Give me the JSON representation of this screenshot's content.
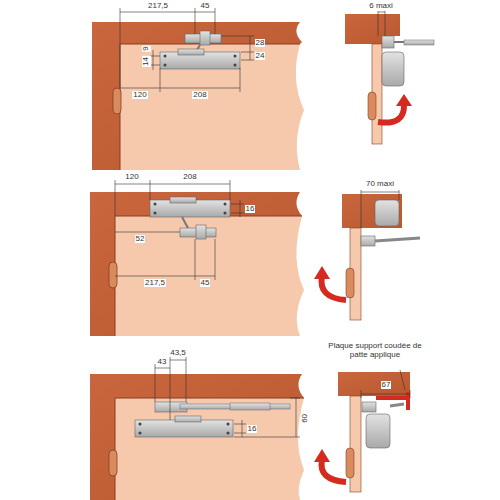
{
  "diagram": {
    "labels": [
      "217,5",
      "45",
      "28",
      "24",
      "14",
      "9",
      "120",
      "208",
      "6 maxi",
      "120",
      "208",
      "16",
      "52",
      "217,5",
      "45",
      "70 maxi",
      "43",
      "43,5",
      "60",
      "16",
      "Plaque support coudée de patte applique",
      "67"
    ]
  }
}
